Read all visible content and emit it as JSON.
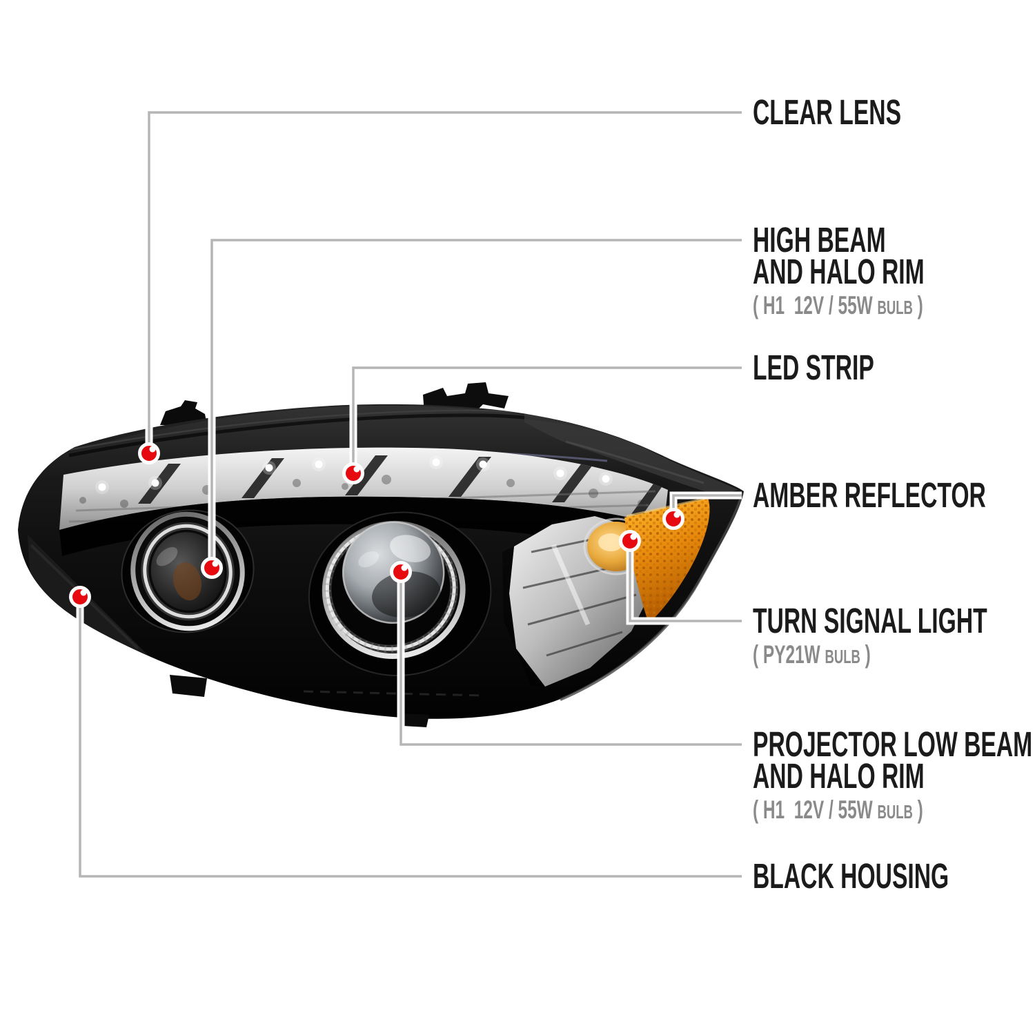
{
  "diagram": {
    "subject": "projector-headlight-callout-diagram",
    "palette": {
      "background": "#ffffff",
      "marker_red": "#e60a10",
      "leader_gray": "#b5b5b5",
      "label_text": "#1b1b1b",
      "sub_text": "#8a8a8a",
      "amber": "#e8890c",
      "housing_black": "#0d0d0d",
      "chrome": "#c9c9c9"
    },
    "callouts": [
      {
        "id": "clear-lens",
        "title": "CLEAR LENS"
      },
      {
        "id": "high-beam-halo",
        "title": "HIGH BEAM",
        "title2": "AND HALO RIM",
        "bulb_prefix": "( H1  12V / 55W ",
        "bulb_word": "BULB",
        "bulb_suffix": " )"
      },
      {
        "id": "led-strip",
        "title": "LED STRIP"
      },
      {
        "id": "amber-reflector",
        "title": "AMBER REFLECTOR"
      },
      {
        "id": "turn-signal",
        "title": "TURN SIGNAL LIGHT",
        "bulb_prefix": "( PY21W ",
        "bulb_word": "BULB",
        "bulb_suffix": " )"
      },
      {
        "id": "projector-low-beam",
        "title": "PROJECTOR LOW BEAM",
        "title2": "AND HALO RIM",
        "bulb_prefix": "( H1  12V / 55W ",
        "bulb_word": "BULB",
        "bulb_suffix": " )"
      },
      {
        "id": "black-housing",
        "title": "BLACK HOUSING"
      }
    ]
  }
}
